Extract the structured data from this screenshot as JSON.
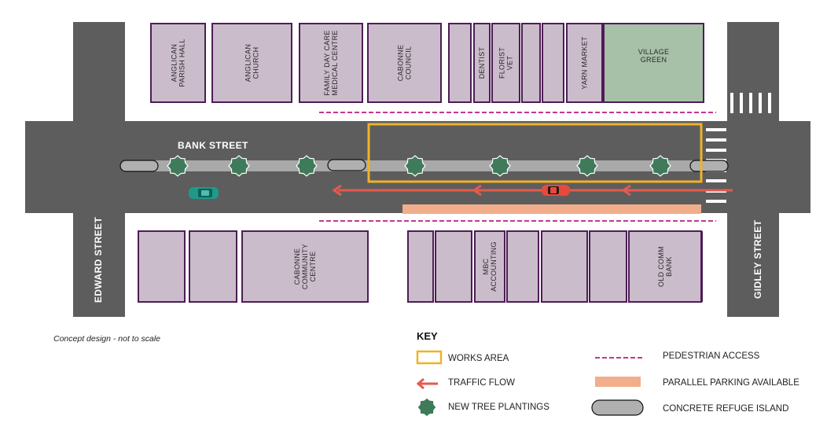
{
  "streets": {
    "bank": "BANK STREET",
    "edward": "EDWARD STREET",
    "gidley": "GIDLEY STREET"
  },
  "buildings_north": [
    {
      "lines": [
        "ANGLICAN",
        "PARISH HALL"
      ]
    },
    {
      "lines": [
        "ANGLICAN",
        "CHURCH"
      ]
    },
    {
      "lines": [
        "FAMILY DAY CARE",
        "MEDICAL CENTRE"
      ]
    },
    {
      "lines": [
        "CABONNE",
        "COUNCIL"
      ]
    },
    {
      "lines": []
    },
    {
      "lines": [
        "DENTIST"
      ]
    },
    {
      "lines": [
        "FLORIST",
        "VET"
      ]
    },
    {
      "lines": []
    },
    {
      "lines": []
    },
    {
      "lines": [
        "YARN MARKET"
      ]
    },
    {
      "lines": [
        "VILLAGE",
        "GREEN"
      ],
      "horizontal": true
    }
  ],
  "buildings_south": [
    {
      "lines": []
    },
    {
      "lines": []
    },
    {
      "lines": [
        "CABONNE",
        "COMMUNITY",
        "CENTRE"
      ]
    },
    {
      "lines": []
    },
    {
      "lines": []
    },
    {
      "lines": [
        "MBC",
        "ACCOUNTING"
      ]
    },
    {
      "lines": []
    },
    {
      "lines": []
    },
    {
      "lines": []
    },
    {
      "lines": [
        "OLD COMM",
        "BANK"
      ]
    },
    {
      "lines": []
    }
  ],
  "note": "Concept design - not to scale",
  "key": {
    "title": "KEY",
    "items": [
      {
        "symbol": "works-area",
        "label": "WORKS AREA"
      },
      {
        "symbol": "traffic-flow",
        "label": "TRAFFIC FLOW"
      },
      {
        "symbol": "tree",
        "label": "NEW TREE PLANTINGS"
      },
      {
        "symbol": "pedestrian",
        "label": "PEDESTRIAN ACCESS"
      },
      {
        "symbol": "parking",
        "label": "PARALLEL PARKING AVAILABLE"
      },
      {
        "symbol": "island",
        "label": "CONCRETE REFUGE ISLAND"
      }
    ]
  },
  "colors": {
    "road": "#5d5d5d",
    "median": "#a9a9a9",
    "building": "#cbbccb",
    "building_outline": "#4d1d55",
    "village_green": "#a7c0a8",
    "works_area": "#f0b22a",
    "traffic_flow": "#e45a4f",
    "tree": "#3f7b5a",
    "pedestrian": "#c2378e",
    "parking": "#f2ad8a",
    "island": "#b0b0b0"
  }
}
